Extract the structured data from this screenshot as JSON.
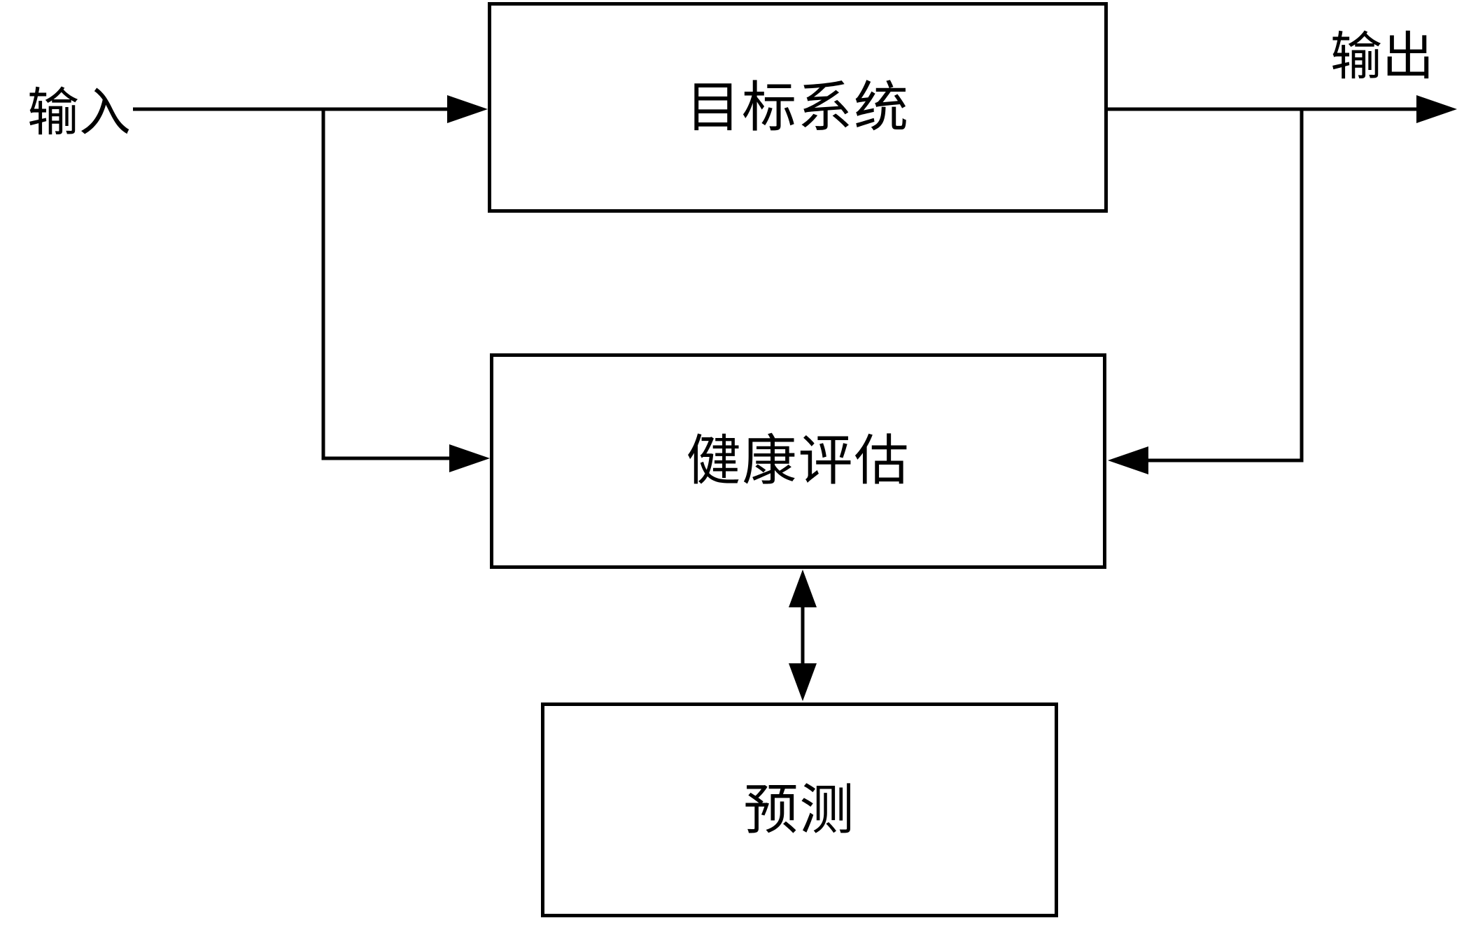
{
  "diagram": {
    "background_color": "#ffffff",
    "line_color": "#000000",
    "boxes": [
      {
        "name": "target-system",
        "label": "目标系统"
      },
      {
        "name": "health-assessment",
        "label": "健康评估"
      },
      {
        "name": "prediction",
        "label": "预测"
      }
    ],
    "edge_labels": {
      "input": "输入",
      "output": "输出"
    },
    "connectors": [
      {
        "name": "input-to-target-system",
        "type": "arrow"
      },
      {
        "name": "input-branch-to-health-assessment",
        "type": "arrow"
      },
      {
        "name": "target-system-to-output",
        "type": "arrow"
      },
      {
        "name": "output-feedback-to-health-assessment",
        "type": "arrow"
      },
      {
        "name": "health-assessment-prediction-link",
        "type": "double-arrow"
      }
    ]
  }
}
